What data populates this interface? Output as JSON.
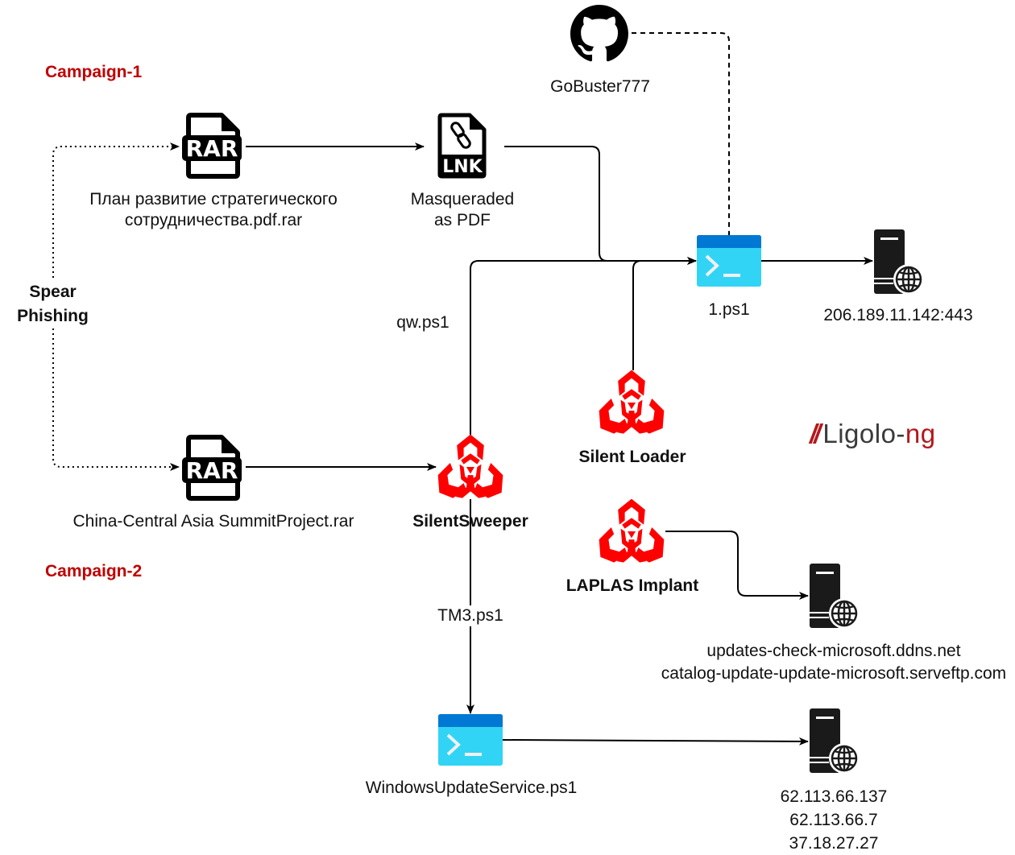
{
  "campaigns": {
    "campaign1": "Campaign-1",
    "campaign2": "Campaign-2"
  },
  "vector": {
    "line1": "Spear",
    "line2": "Phishing"
  },
  "nodes": {
    "rar1": {
      "badge": "RAR",
      "label_line1": "План развитие стратегического",
      "label_line2": "сотрудничества.pdf.rar"
    },
    "lnk": {
      "badge": "LNK",
      "label_line1": "Masqueraded",
      "label_line2": "as PDF"
    },
    "github": {
      "label": "GoBuster777"
    },
    "ps1": {
      "label": "1.ps1"
    },
    "server1": {
      "label": "206.189.11.142:443"
    },
    "silent_loader": {
      "label": "Silent Loader"
    },
    "ligolo": {
      "slash": "//",
      "main": "Ligolo-",
      "accent": "ng"
    },
    "rar2": {
      "badge": "RAR",
      "label": "China-Central Asia SummitProject.rar"
    },
    "silent_sweeper": {
      "label": "SilentSweeper"
    },
    "laplas": {
      "label": "LAPLAS Implant"
    },
    "server2": {
      "label_line1": "updates-check-microsoft.ddns.net",
      "label_line2": "catalog-update-update-microsoft.serveftp.com"
    },
    "wus": {
      "label": "WindowsUpdateService.ps1"
    },
    "server3": {
      "label_line1": "62.113.66.137",
      "label_line2": "62.113.66.7",
      "label_line3": "37.18.27.27"
    }
  },
  "edge_labels": {
    "qw": "qw.ps1",
    "tm3": "TM3.ps1"
  },
  "colors": {
    "campaign_red": "#c00000",
    "biohazard_red": "#ff0000",
    "ps_header": "#0078d4",
    "ps_body": "#32d4f5",
    "ligolo_red": "#b3191c"
  }
}
